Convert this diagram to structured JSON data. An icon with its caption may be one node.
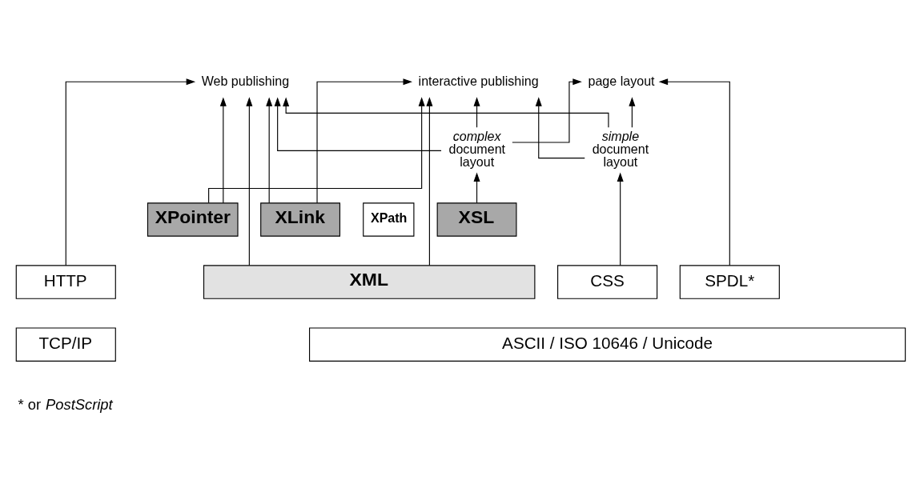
{
  "diagram": {
    "nodes": [
      {
        "text": [
          "Web publishing"
        ]
      },
      {
        "text": [
          "interactive publishing"
        ]
      },
      {
        "text": [
          "page layout"
        ]
      },
      {
        "text": [
          "*complex* document layout"
        ]
      },
      {
        "text": [
          "*simple* document layout"
        ]
      },
      {
        "text": [
          "XLink"
        ]
      },
      {
        "text": [
          "XPointer"
        ]
      },
      {
        "text": [
          "XPath"
        ]
      },
      {
        "text": [
          "XSL"
        ]
      },
      {
        "text": [
          "HTTP"
        ]
      },
      {
        "text": [
          "XML"
        ]
      },
      {
        "text": [
          "CSS"
        ]
      },
      {
        "text": [
          "SPDL*"
        ]
      },
      {
        "text": [
          "TCP/IP"
        ]
      },
      {
        "text": [
          "ASCII / ISO 10646 / Unicode"
        ]
      }
    ],
    "edges": [
      {
        "from": 9,
        "to": 0,
        "arrow": "to"
      },
      {
        "from": 10,
        "to": 0,
        "arrow": "to"
      },
      {
        "from": 5,
        "to": 0,
        "arrow": "to"
      },
      {
        "from": 6,
        "to": 0,
        "arrow": "to"
      },
      {
        "from": 3,
        "to": 0,
        "arrow": "to"
      },
      {
        "from": 4,
        "to": 0,
        "arrow": "to"
      },
      {
        "from": 10,
        "to": 1,
        "arrow": "to"
      },
      {
        "from": 5,
        "to": 1,
        "arrow": "to"
      },
      {
        "from": 6,
        "to": 1,
        "arrow": "to"
      },
      {
        "from": 3,
        "to": 1,
        "arrow": "to"
      },
      {
        "from": 4,
        "to": 1,
        "arrow": "to"
      },
      {
        "from": 3,
        "to": 2,
        "arrow": "to"
      },
      {
        "from": 4,
        "to": 2,
        "arrow": "to"
      },
      {
        "from": 12,
        "to": 2,
        "arrow": "to"
      },
      {
        "from": 8,
        "to": 3,
        "arrow": "to"
      },
      {
        "from": 11,
        "to": 4,
        "arrow": "to"
      }
    ],
    "labels": [
      "* or *PostScript*"
    ]
  }
}
